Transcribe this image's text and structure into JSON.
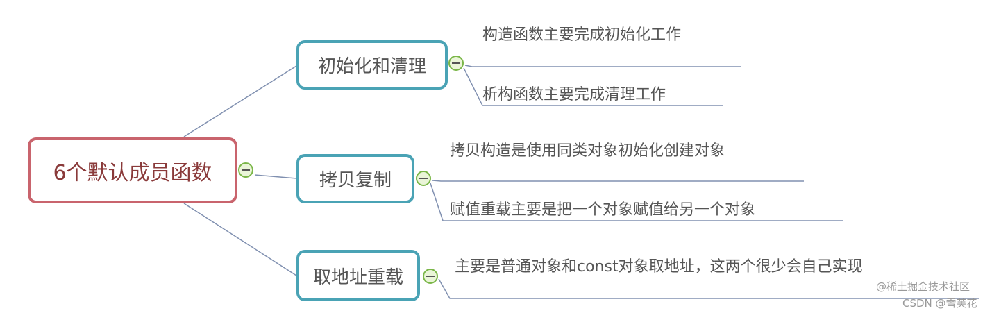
{
  "root": {
    "label": "6个默认成员函数",
    "color": "#c9646d"
  },
  "branches": [
    {
      "label": "初始化和清理",
      "leaves": [
        "构造函数主要完成初始化工作",
        "析构函数主要完成清理工作"
      ]
    },
    {
      "label": "拷贝复制",
      "leaves": [
        "拷贝构造是使用同类对象初始化创建对象",
        "赋值重载主要是把一个对象赋值给另一个对象"
      ]
    },
    {
      "label": "取地址重载",
      "leaves": [
        "主要是普通对象和const对象取地址，这两个很少会自己实现"
      ]
    }
  ],
  "branch_color": "#4aa3b5",
  "collapse_icon_color": "#7ab648",
  "watermarks": [
    "@稀土掘金技术社区",
    "CSDN @雪芙花"
  ]
}
